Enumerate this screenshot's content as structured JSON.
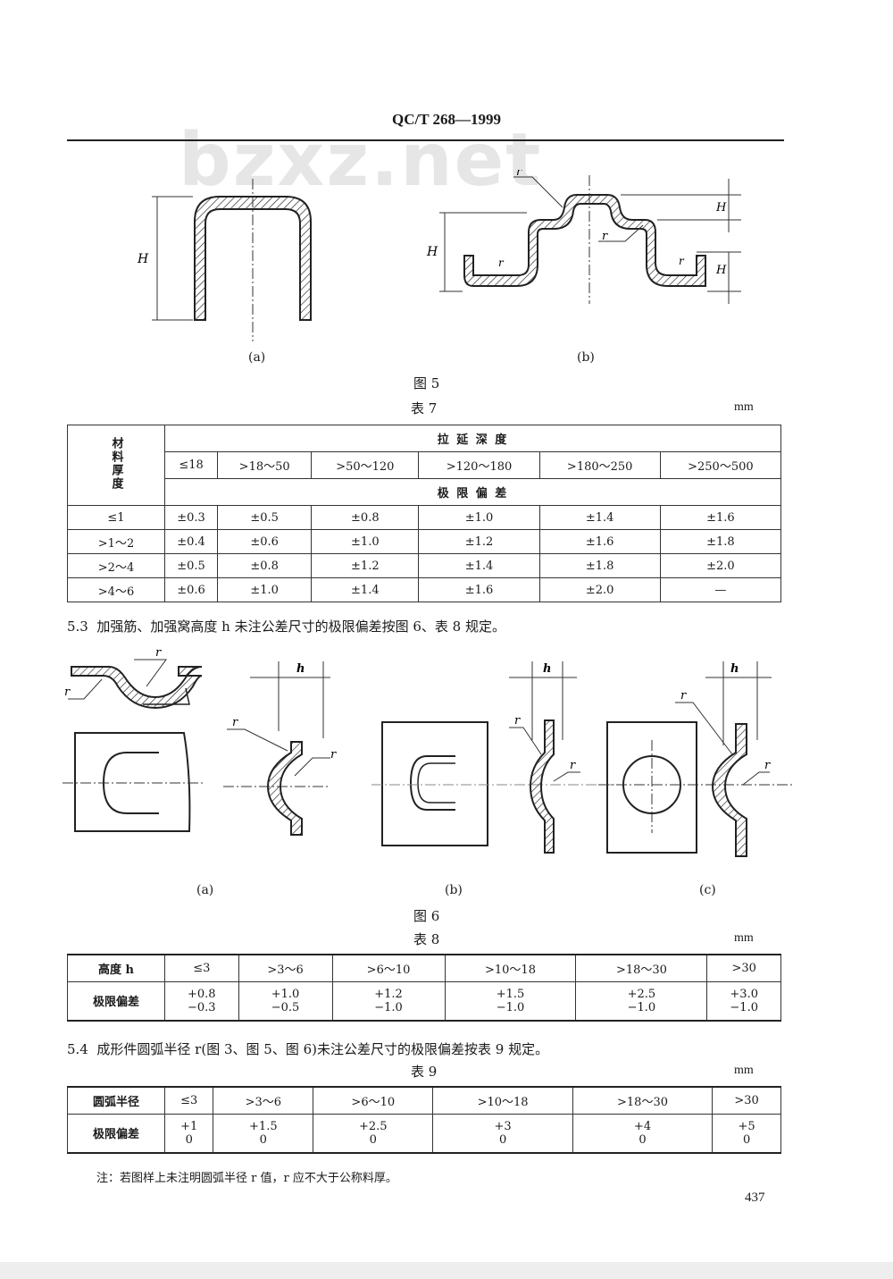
{
  "header": {
    "standard_no": "QC/T 268—1999",
    "watermark": "bzxz.net"
  },
  "figure5": {
    "caption": "图 5",
    "sub_a": "(a)",
    "sub_b": "(b)",
    "labels": {
      "H": "H",
      "r": "r"
    }
  },
  "table7": {
    "title": "表 7",
    "unit": "mm",
    "row_header": "材料厚度",
    "group_header": "拉 延 深 度",
    "sub_header": "极 限 偏 差",
    "columns": [
      "≤18",
      ">18～50",
      ">50～120",
      ">120～180",
      ">180～250",
      ">250～500"
    ],
    "rows": [
      {
        "label": "≤1",
        "values": [
          "±0.3",
          "±0.5",
          "±0.8",
          "±1.0",
          "±1.4",
          "±1.6"
        ]
      },
      {
        "label": ">1～2",
        "values": [
          "±0.4",
          "±0.6",
          "±1.0",
          "±1.2",
          "±1.6",
          "±1.8"
        ]
      },
      {
        "label": ">2～4",
        "values": [
          "±0.5",
          "±0.8",
          "±1.2",
          "±1.4",
          "±1.8",
          "±2.0"
        ]
      },
      {
        "label": ">4～6",
        "values": [
          "±0.6",
          "±1.0",
          "±1.4",
          "±1.6",
          "±2.0",
          "—"
        ]
      }
    ]
  },
  "section_5_3": {
    "number": "5.3",
    "text": "加强筋、加强窝高度 h 未注公差尺寸的极限偏差按图 6、表 8 规定。"
  },
  "figure6": {
    "caption": "图 6",
    "sub_a": "(a)",
    "sub_b": "(b)",
    "sub_c": "(c)",
    "labels": {
      "h": "h",
      "r": "r"
    }
  },
  "table8": {
    "title": "表 8",
    "unit": "mm",
    "row1_label": "高度 h",
    "row2_label": "极限偏差",
    "columns": [
      "≤3",
      ">3～6",
      ">6～10",
      ">10～18",
      ">18～30",
      ">30"
    ],
    "upper": [
      "+0.8",
      "+1.0",
      "+1.2",
      "+1.5",
      "+2.5",
      "+3.0"
    ],
    "lower": [
      "−0.3",
      "−0.5",
      "−1.0",
      "−1.0",
      "−1.0",
      "−1.0"
    ]
  },
  "section_5_4": {
    "number": "5.4",
    "text": "成形件圆弧半径 r(图 3、图 5、图 6)未注公差尺寸的极限偏差按表 9 规定。"
  },
  "table9": {
    "title": "表 9",
    "unit": "mm",
    "row1_label": "圆弧半径",
    "row2_label": "极限偏差",
    "columns": [
      "≤3",
      ">3～6",
      ">6～10",
      ">10～18",
      ">18～30",
      ">30"
    ],
    "upper": [
      "+1",
      "+1.5",
      "+2.5",
      "+3",
      "+4",
      "+5"
    ],
    "lower": [
      "0",
      "0",
      "0",
      "0",
      "0",
      "0"
    ]
  },
  "note": "注：若图样上未注明圆弧半径 r 值，r 应不大于公称料厚。",
  "page_number": "437"
}
